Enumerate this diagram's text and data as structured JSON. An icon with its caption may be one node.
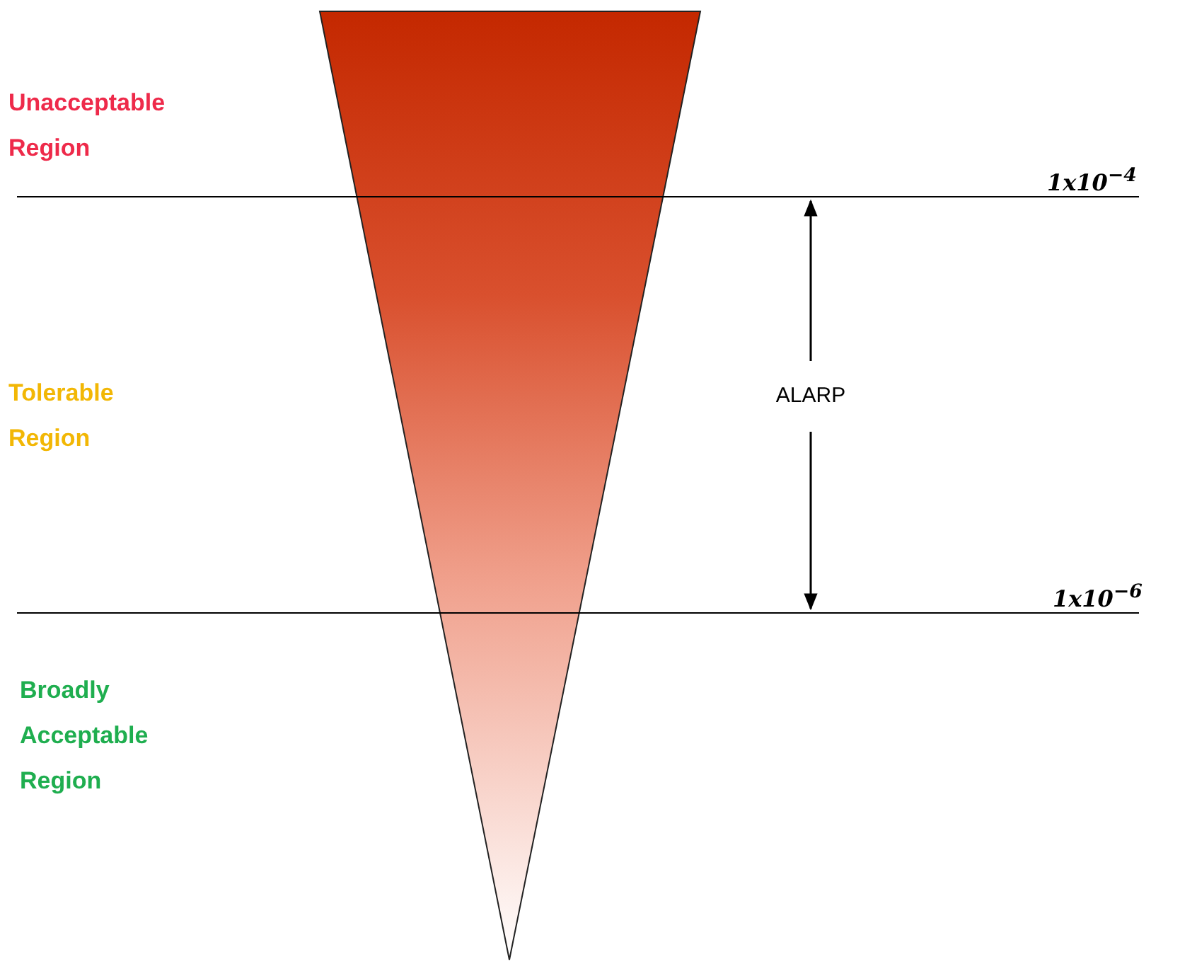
{
  "diagram": {
    "labels": [
      "Unacceptable Region",
      "1x10$^{−4}$",
      "Tolerable Region",
      "ALARP",
      "1x10$^{−6}$",
      "Broadly Acceptable Region"
    ]
  }
}
